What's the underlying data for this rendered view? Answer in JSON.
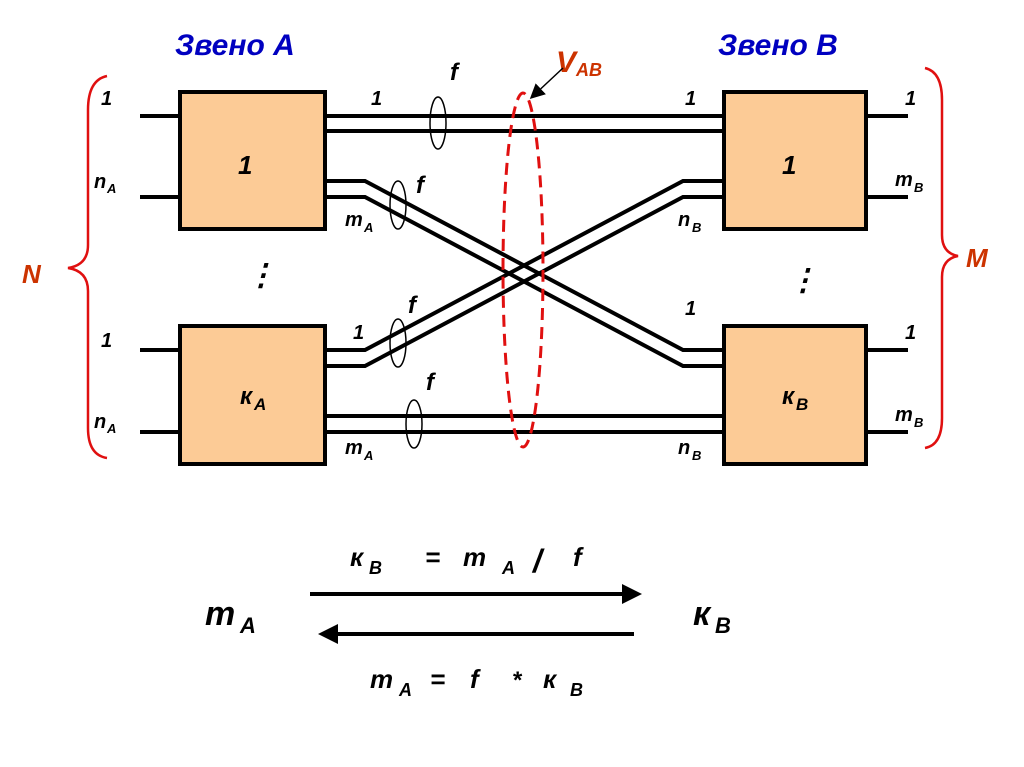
{
  "diagram": {
    "link_a": {
      "title": "Звено A",
      "first_block": "1",
      "last_block_main": "к",
      "last_block_sub": "A"
    },
    "link_b": {
      "title": "Звено B",
      "first_block": "1",
      "last_block_main": "к",
      "last_block_sub": "B"
    },
    "left_brace_label": "N",
    "right_brace_label": "M",
    "vab_label_main": "V",
    "vab_label_sub": "AB",
    "ellipsis": "⋮",
    "bundle_label": "f",
    "inputs_a": {
      "first": "1",
      "last_main": "n",
      "last_sub": "A"
    },
    "outputs_a": {
      "first": "1",
      "last_main": "m",
      "last_sub": "A"
    },
    "inputs_b": {
      "first": "1",
      "last_main": "n",
      "last_sub": "B"
    },
    "outputs_b": {
      "first": "1",
      "last_main": "m",
      "last_sub": "B"
    }
  },
  "formulas": {
    "left_term_main": "m",
    "left_term_sub": "A",
    "right_term_main": "к",
    "right_term_sub": "B",
    "forward": {
      "lhs_main": "к",
      "lhs_sub": "B",
      "eq": "=",
      "m_main": "m",
      "m_sub": "A",
      "op": "/",
      "f": "f"
    },
    "backward": {
      "lhs_main": "m",
      "lhs_sub": "A",
      "eq": "=",
      "f": "f",
      "op": "*",
      "k_main": "к",
      "k_sub": "B"
    }
  }
}
